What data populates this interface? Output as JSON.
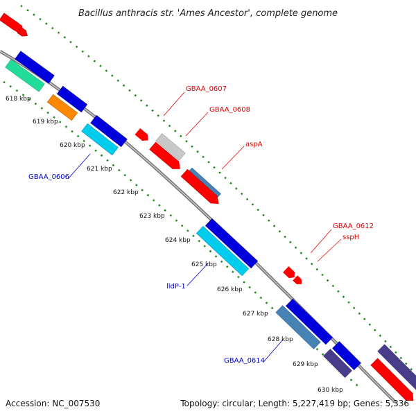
{
  "title": "Bacillus anthracis str. 'Ames Ancestor', complete genome",
  "footer": {
    "accession": "Accession: NC_007530",
    "summary": "Topology: circular; Length: 5,227,419 bp; Genes: 5,336"
  },
  "kbp_labels": [
    "618 kbp",
    "619 kbp",
    "620 kbp",
    "621 kbp",
    "622 kbp",
    "623 kbp",
    "624 kbp",
    "625 kbp",
    "626 kbp",
    "627 kbp",
    "628 kbp",
    "629 kbp",
    "630 kbp"
  ],
  "gene_labels": {
    "gbaa_0607": "GBAA_0607",
    "gbaa_0608": "GBAA_0608",
    "aspa": "aspA",
    "gbaa_0606": "GBAA_0606",
    "gbaa_0612": "GBAA_0612",
    "ssph": "sspH",
    "lldp1": "lldP-1",
    "gbaa_0614": "GBAA_0614"
  },
  "colors": {
    "backbone": "#888888",
    "dots": "#1a8a1a",
    "red_gene": "#ff0000",
    "blue_gene": "#0000dd",
    "cyan_gene": "#00ccee",
    "steel_gene": "#4682b4",
    "green_gene": "#22dd99",
    "orange_gene": "#ff8800",
    "gray_gene": "#c8c8c8",
    "navy_gene": "#483d8b"
  }
}
